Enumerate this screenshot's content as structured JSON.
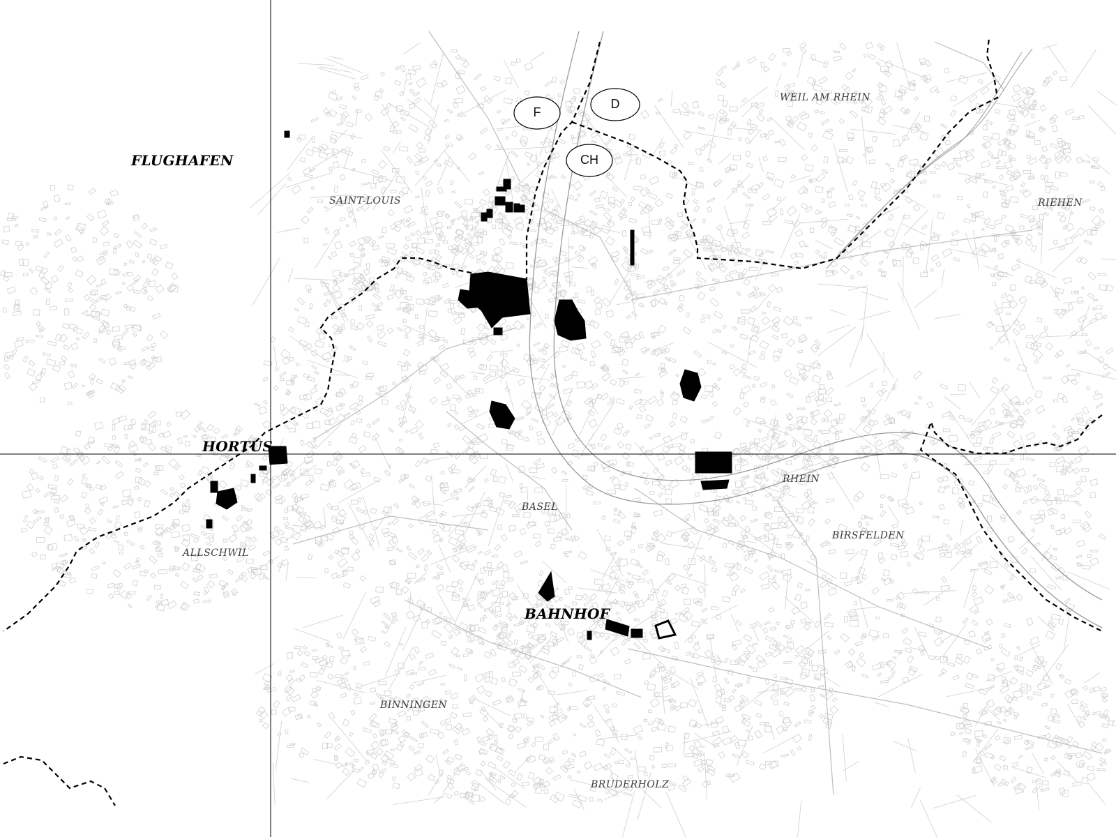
{
  "map": {
    "major_labels": {
      "flughafen": "FLUGHAFEN",
      "hortus": "HORTUS",
      "bahnhof": "BAHNHOF"
    },
    "place_labels": {
      "saint_louis": "SAINT-LOUIS",
      "weil_am_rhein": "WEIL AM RHEIN",
      "riehen": "RIEHEN",
      "allschwil": "ALLSCHWIL",
      "basel": "BASEL",
      "rhein": "RHEIN",
      "birsfelden": "BIRSFELDEN",
      "binningen": "BINNINGEN",
      "bruderholz": "BRUDERHOLZ"
    },
    "country_markers": {
      "france": "F",
      "germany": "D",
      "switzerland": "CH"
    },
    "colors": {
      "background": "#ffffff",
      "building_fill": "#000000",
      "street_line": "#d4d4d4",
      "border_dash": "#000000",
      "crosshair": "#000000"
    }
  }
}
